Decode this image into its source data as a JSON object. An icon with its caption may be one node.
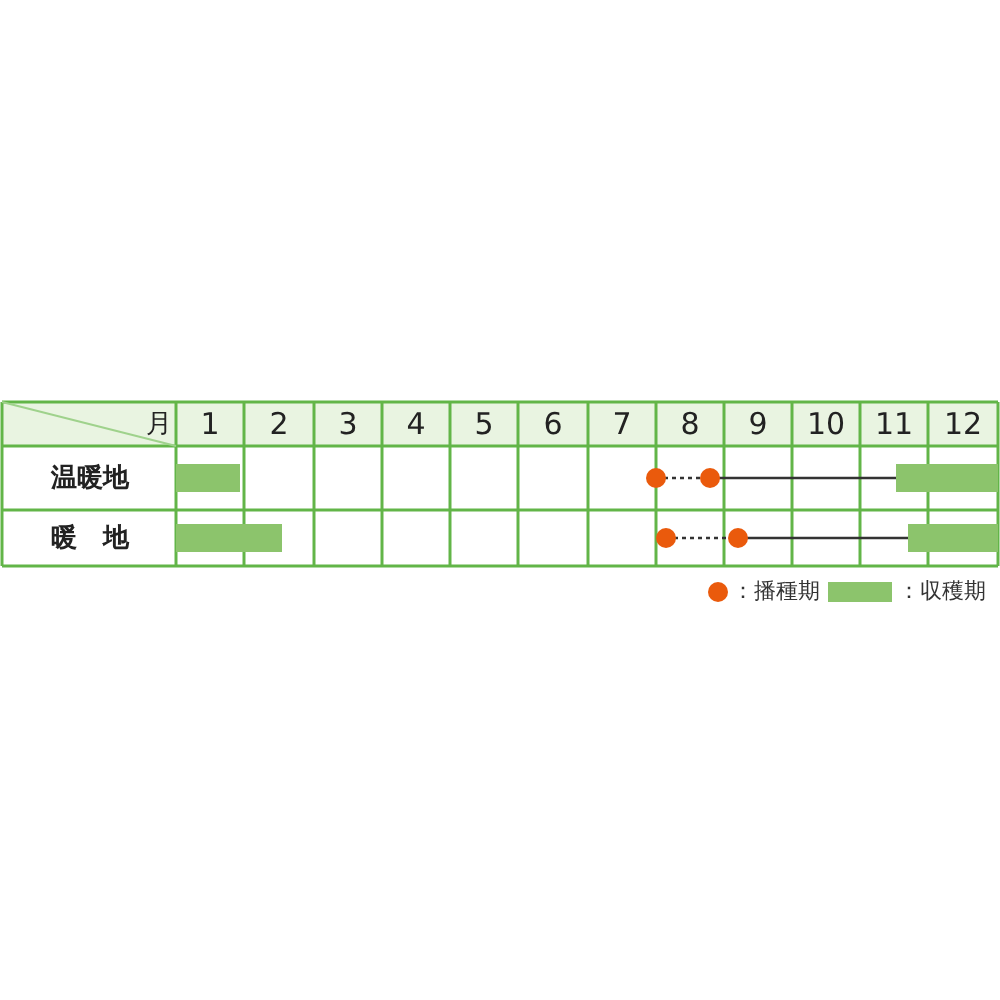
{
  "diagram": {
    "labels": [
      "月",
      "1",
      "2",
      "3",
      "4",
      "5",
      "6",
      "7",
      "8",
      "9",
      "10",
      "11",
      "12",
      "温暖地",
      "暖　地"
    ],
    "legend": [
      {
        "text": "：播種期"
      },
      {
        "text": "：収穫期",
        "color": "#8cc46c"
      }
    ]
  }
}
